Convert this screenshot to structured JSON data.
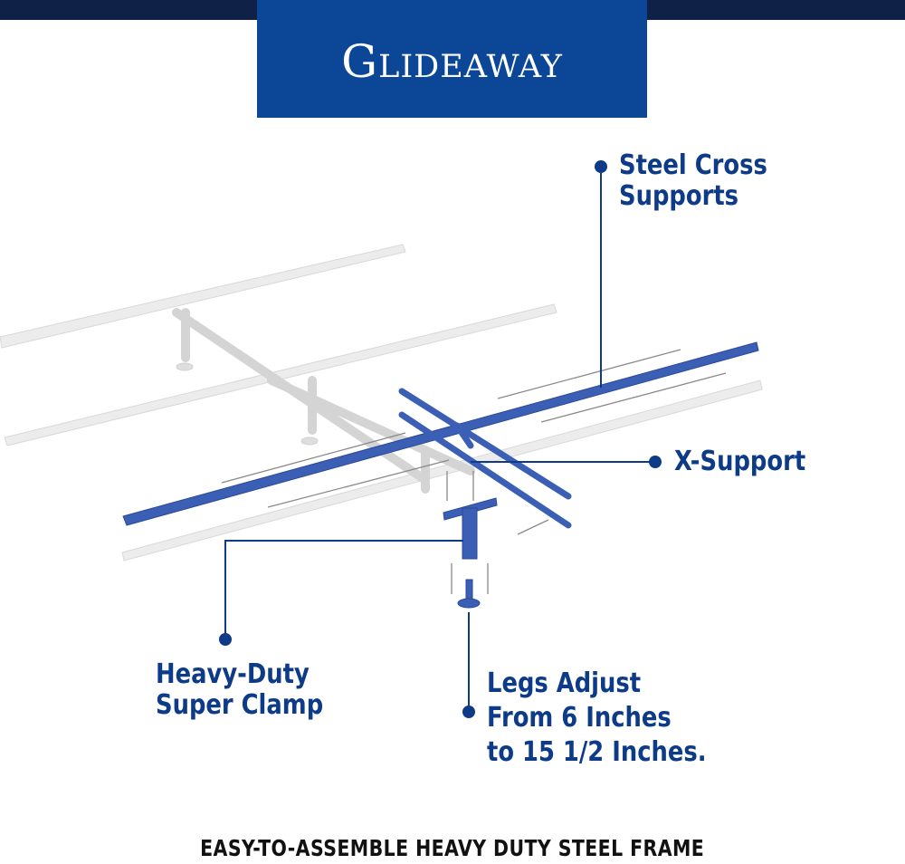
{
  "brand": {
    "logo_text": "Glideaway",
    "colors": {
      "bar": "#0f2147",
      "logo_bg": "#0c4797",
      "accent": "#0d3b87",
      "frame_blue": "#3b5fb5",
      "frame_grey": "#d9d9d9"
    }
  },
  "callouts": {
    "cross_supports": "Steel Cross\nSupports",
    "x_support": "X-Support",
    "clamp": "Heavy-Duty\nSuper Clamp",
    "legs": "Legs Adjust\nFrom 6 Inches\nto 15 1/2 Inches."
  },
  "footer": {
    "tagline": "EASY-TO-ASSEMBLE HEAVY DUTY STEEL FRAME"
  }
}
